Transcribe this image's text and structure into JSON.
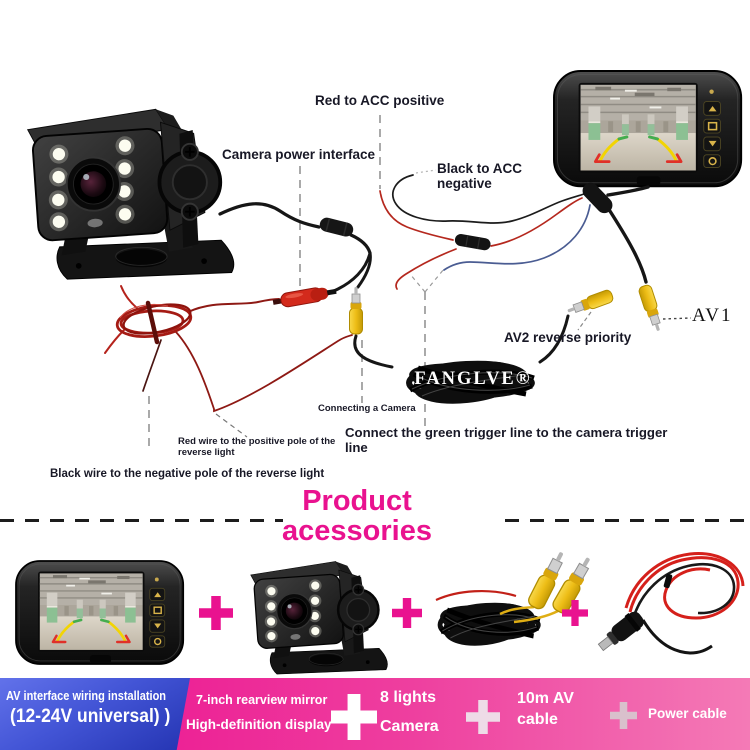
{
  "colors": {
    "magenta": "#e9128f",
    "banner_pink": "#ec0d8e",
    "banner_blue": "#3a4ccc"
  },
  "wiring_diagram": {
    "labels": {
      "red_acc": "Red to ACC positive",
      "camera_power": "Camera power interface",
      "black_acc": "Black to ACC negative",
      "av2": "AV2 reverse priority",
      "av1": "AV1",
      "brand": "FANGLVE®",
      "connecting_camera": "Connecting a Camera",
      "green_trigger": "Connect the green trigger line to the camera trigger line",
      "red_wire": "Red wire to the positive pole of the reverse light",
      "black_wire": "Black wire to the negative pole of the reverse light"
    }
  },
  "section": {
    "title_line1": "Product",
    "title_line2": "acessories"
  },
  "banner": {
    "blue": {
      "line1": "AV interface wiring installation",
      "line2": "(12-24V universal) )"
    },
    "mirror": {
      "line1": "7-inch rearview mirror",
      "line2": "High-definition display"
    },
    "camera": {
      "line1": "8 lights",
      "line2": "Camera"
    },
    "av_cable": {
      "line1": "10m AV",
      "line2": "cable"
    },
    "power_cable": {
      "line1": "Power cable"
    }
  }
}
